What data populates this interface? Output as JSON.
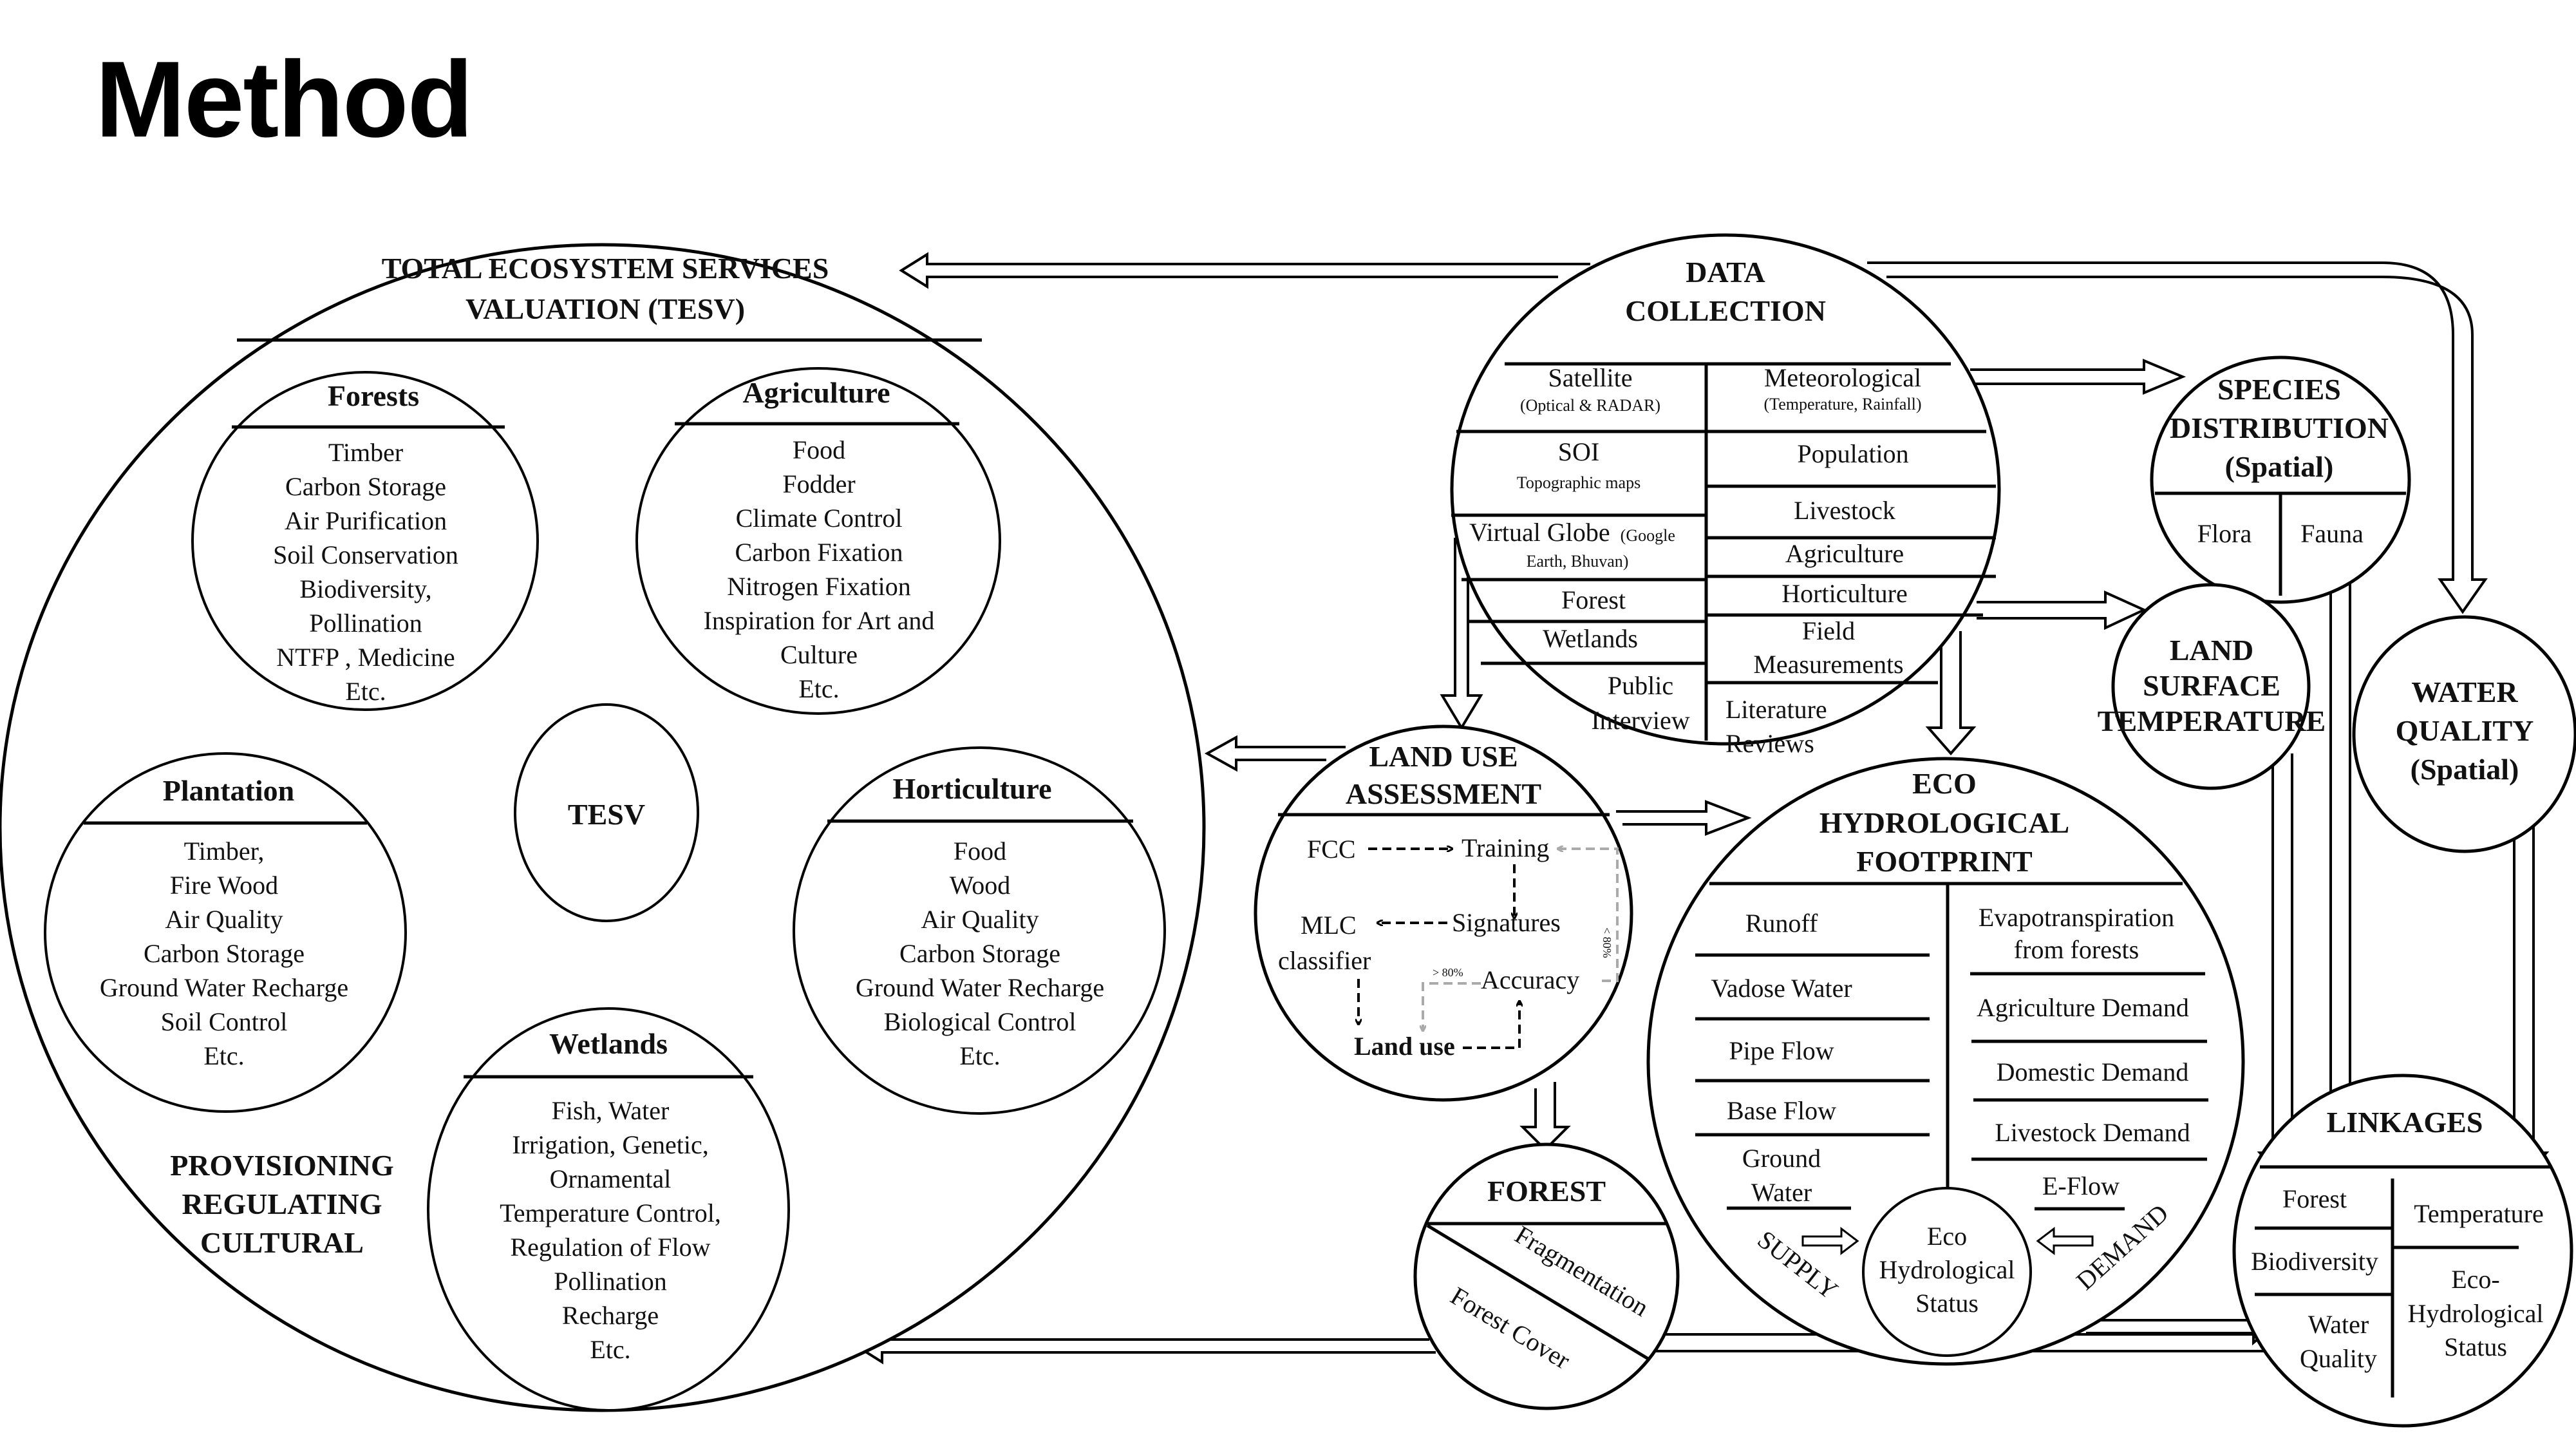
{
  "page_title": "Method",
  "tesv": {
    "title_lines": [
      "TOTAL ECOSYSTEM SERVICES",
      "VALUATION (TESV)"
    ],
    "center_label": "TESV",
    "categories_lines": [
      "PROVISIONING",
      "REGULATING",
      "CULTURAL"
    ],
    "forests": {
      "title": "Forests",
      "items": [
        "Timber",
        "Carbon Storage",
        "Air Purification",
        "Soil Conservation",
        "Biodiversity,",
        "Pollination",
        "NTFP , Medicine",
        "Etc."
      ]
    },
    "agriculture": {
      "title": "Agriculture",
      "items": [
        "Food",
        "Fodder",
        "Climate Control",
        "Carbon Fixation",
        "Nitrogen Fixation",
        "Inspiration for Art and",
        "Culture",
        "Etc."
      ]
    },
    "plantation": {
      "title": "Plantation",
      "items": [
        "Timber,",
        "Fire Wood",
        "Air Quality",
        "Carbon Storage",
        "Ground Water Recharge",
        "Soil Control",
        "Etc."
      ]
    },
    "horticulture": {
      "title": "Horticulture",
      "items": [
        "Food",
        "Wood",
        "Air Quality",
        "Carbon Storage",
        "Ground Water Recharge",
        "Biological Control",
        "Etc."
      ]
    },
    "wetlands": {
      "title": "Wetlands",
      "items": [
        "Fish, Water",
        "Irrigation, Genetic,",
        "Ornamental",
        "Temperature Control,",
        "Regulation of Flow",
        "Pollination",
        "Recharge",
        "Etc."
      ]
    }
  },
  "data_collection": {
    "title_lines": [
      "DATA",
      "COLLECTION"
    ],
    "left": [
      {
        "main": "Satellite",
        "sub": "(Optical & RADAR)"
      },
      {
        "main": "SOI",
        "sub": "Topographic maps"
      },
      {
        "main": "Virtual Globe",
        "sub_inline": "(Google",
        "sub": "Earth, Bhuvan)"
      },
      {
        "main": "Forest"
      },
      {
        "main": "Wetlands"
      },
      {
        "main": "Public",
        "main2": "Interview"
      }
    ],
    "right": [
      {
        "main": "Meteorological",
        "sub": "(Temperature, Rainfall)"
      },
      {
        "main": "Population"
      },
      {
        "main": "Livestock"
      },
      {
        "main": "Agriculture"
      },
      {
        "main": "Horticulture"
      },
      {
        "main": "Field",
        "main2": "Measurements"
      },
      {
        "main": "Literature",
        "main2": "Reviews"
      }
    ]
  },
  "land_use": {
    "title_lines": [
      "LAND USE",
      "ASSESSMENT"
    ],
    "nodes": {
      "fcc": "FCC",
      "training": "Training",
      "signatures": "Signatures",
      "mlc": "MLC",
      "classifier": "classifier",
      "accuracy": "Accuracy",
      "land_use": "Land use"
    },
    "thresholds": {
      "above": "> 80%",
      "below": "< 80%"
    }
  },
  "forest": {
    "title": "FOREST",
    "upper": "Fragmentation",
    "lower": "Forest Cover"
  },
  "eco_hydro": {
    "title_lines": [
      "ECO",
      "HYDROLOGICAL",
      "FOOTPRINT"
    ],
    "supply_items": [
      "Runoff",
      "Vadose Water",
      "Pipe Flow",
      "Base Flow",
      "Ground",
      "Water"
    ],
    "demand_items": [
      "Evapotranspiration",
      "from forests",
      "Agriculture Demand",
      "Domestic Demand",
      "Livestock Demand",
      "E-Flow"
    ],
    "supply_label": "SUPPLY",
    "demand_label": "DEMAND",
    "status_lines": [
      "Eco",
      "Hydrological",
      "Status"
    ]
  },
  "species": {
    "title_lines": [
      "SPECIES",
      "DISTRIBUTION",
      "(Spatial)"
    ],
    "left": "Flora",
    "right": "Fauna"
  },
  "lst": {
    "title_lines": [
      "LAND",
      "SURFACE",
      "TEMPERATURE"
    ]
  },
  "water_quality": {
    "title_lines": [
      "WATER",
      "QUALITY",
      "(Spatial)"
    ]
  },
  "linkages": {
    "title": "LINKAGES",
    "left": [
      "Forest",
      "Biodiversity",
      "Water",
      "Quality"
    ],
    "right": [
      "Temperature",
      "Eco-",
      "Hydrological",
      "Status"
    ]
  }
}
